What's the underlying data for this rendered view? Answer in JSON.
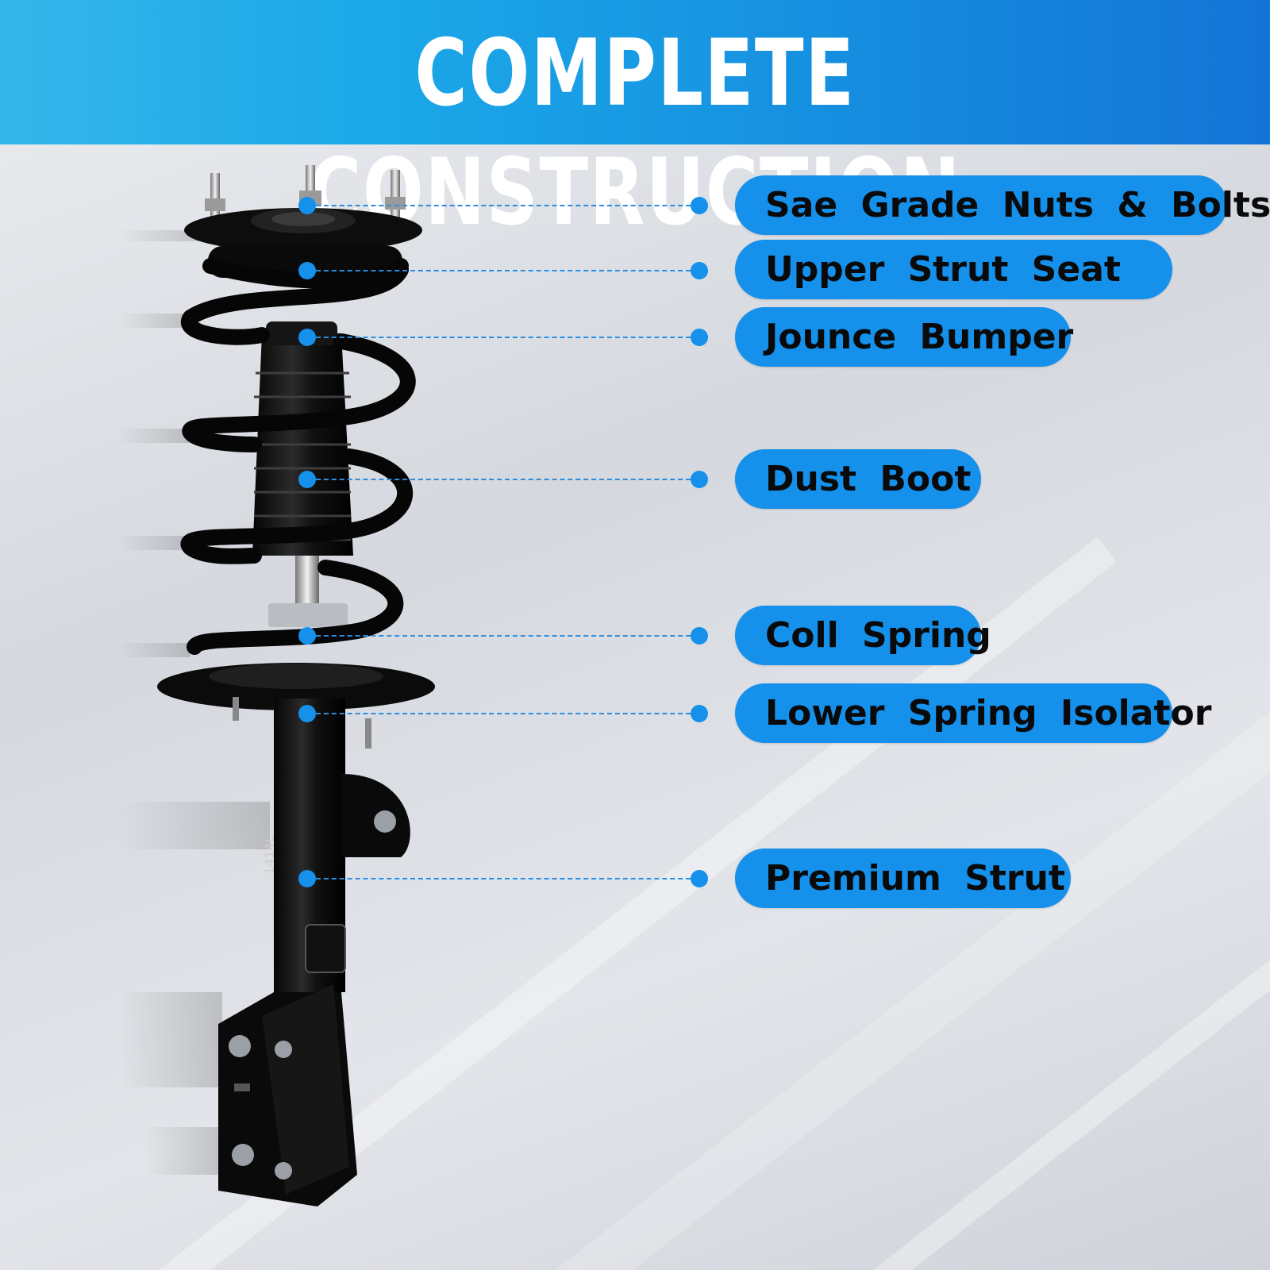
{
  "header": {
    "title": "COMPLETE CONSTRUCTION"
  },
  "callouts": [
    {
      "label": "Sae Grade Nuts & Bolts"
    },
    {
      "label": "Upper Strut Seat"
    },
    {
      "label": "Jounce Bumper"
    },
    {
      "label": "Dust Boot"
    },
    {
      "label": "Coll Spring"
    },
    {
      "label": "Lower Spring Isolator"
    },
    {
      "label": "Premium Strut"
    }
  ],
  "product": {
    "part_marking": "1414L"
  },
  "colors": {
    "header_blue": "#168fe0",
    "callout_blue": "#1590eb",
    "text": "#0a0a0a"
  }
}
